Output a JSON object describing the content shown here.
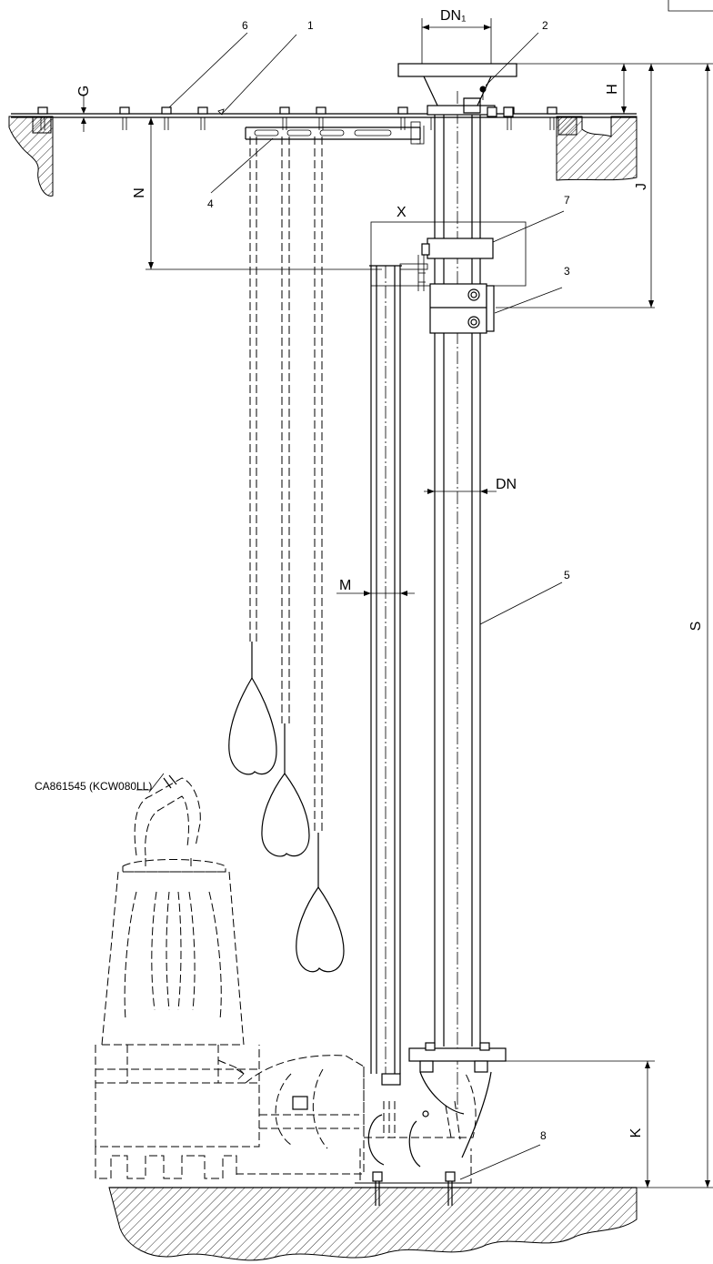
{
  "dimensions": {
    "dn1": "DN₁",
    "g": "G",
    "h": "H",
    "j": "J",
    "n": "N",
    "x": "X",
    "dn": "DN",
    "m": "M",
    "s": "S",
    "k": "K"
  },
  "item_numbers": [
    "1",
    "2",
    "3",
    "4",
    "5",
    "6",
    "7",
    "8"
  ],
  "pump_reference": "CA861545 (KCW080LL)"
}
